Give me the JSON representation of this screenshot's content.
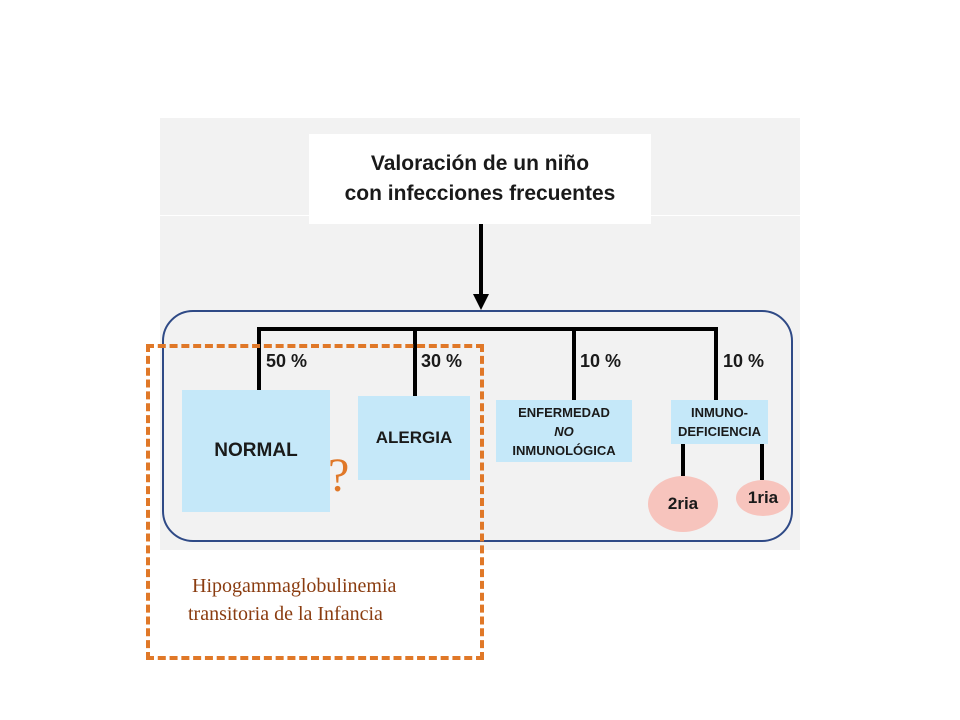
{
  "title": {
    "line1": "Valoración de un niño",
    "line2": "con infecciones frecuentes"
  },
  "branches": [
    {
      "percent": "50 %",
      "label": "NORMAL"
    },
    {
      "percent": "30 %",
      "label": "ALERGIA"
    },
    {
      "percent": "10 %",
      "label_lines": [
        "ENFERMEDAD",
        "NO",
        "INMUNOLÓGICA"
      ]
    },
    {
      "percent": "10 %",
      "label_lines": [
        "INMUNO-",
        "DEFICIENCIA"
      ],
      "sub": [
        "2ria",
        "1ria"
      ]
    }
  ],
  "annotation": {
    "question_mark": "?",
    "caption_line1": "Hipogammaglobulinemia",
    "caption_line2": "transitoria de la Infancia"
  },
  "colors": {
    "box_fill": "#c5e8f9",
    "circle_fill": "#f7c4bd",
    "accent_orange": "#e07828",
    "caption_text": "#8a3c10"
  }
}
